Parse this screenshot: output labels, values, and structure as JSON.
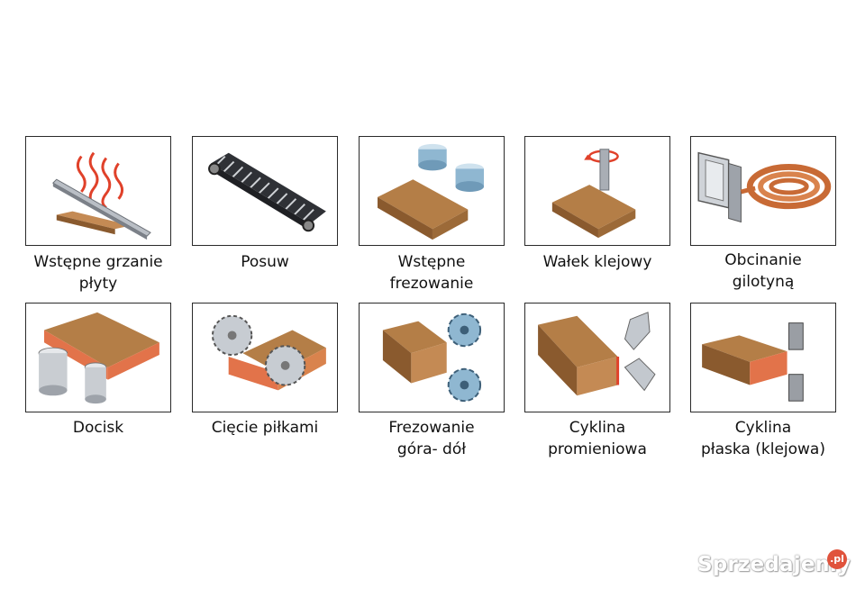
{
  "tiles": [
    {
      "line1": "Wstępne grzanie",
      "line2": "płyty",
      "icon": "heating-icon"
    },
    {
      "line1": "Posuw",
      "line2": "",
      "icon": "conveyor-icon"
    },
    {
      "line1": "Wstępne",
      "line2": "frezowanie",
      "icon": "pre-milling-icon"
    },
    {
      "line1": "Wałek klejowy",
      "line2": "",
      "icon": "glue-roller-icon"
    },
    {
      "line1": "Obcinanie",
      "line2": "gilotyną",
      "icon": "guillotine-icon"
    },
    {
      "line1": "Docisk",
      "line2": "",
      "icon": "pressure-rollers-icon"
    },
    {
      "line1": "Cięcie piłkami",
      "line2": "",
      "icon": "saw-blades-icon"
    },
    {
      "line1": "Frezowanie",
      "line2": "góra- dół",
      "icon": "milling-up-down-icon"
    },
    {
      "line1": "Cyklina",
      "line2": "promieniowa",
      "icon": "radius-scraper-icon"
    },
    {
      "line1": "Cyklina",
      "line2": "płaska (klejowa)",
      "icon": "flat-scraper-icon"
    }
  ],
  "watermark": {
    "text": "Sprzedajemy",
    "badge": ".pl"
  },
  "colors": {
    "wood": "#b07a45",
    "edge": "#e2734a",
    "heat": "#e0412a",
    "steel": "#9aa0a8",
    "frame": "#2a2a2a"
  }
}
